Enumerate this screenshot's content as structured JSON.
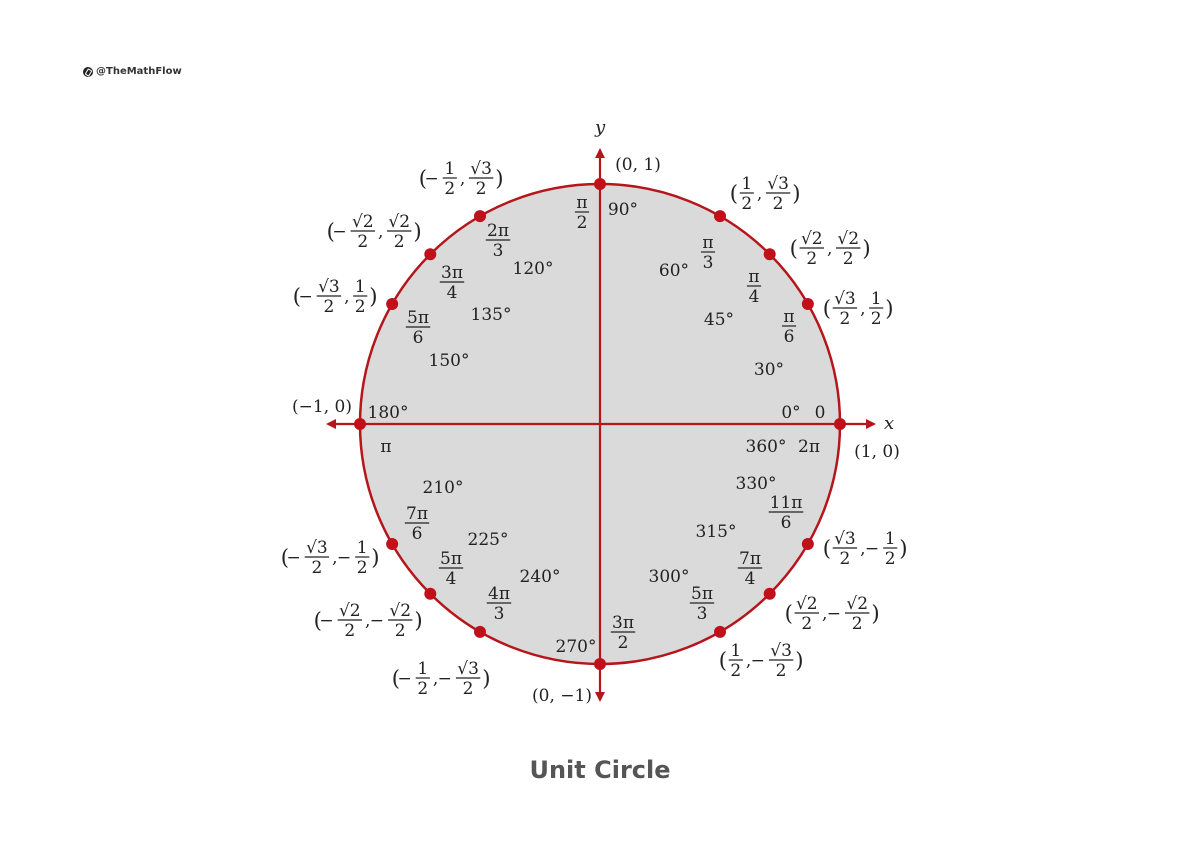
{
  "watermark": "@TheMathFlow",
  "caption": "Unit Circle",
  "axes": {
    "x": "x",
    "y": "y"
  },
  "colors": {
    "circle": "#b5161b",
    "fill": "#dadada",
    "dot": "#c0101a"
  },
  "angles": [
    {
      "id": "0",
      "deg_label": "0°",
      "rad_label": {
        "whole": "0"
      },
      "deg_label_2": "360°",
      "rad_label_2": {
        "whole": "2π"
      },
      "coord": {
        "x": {
          "whole": "1"
        },
        "y": {
          "whole": "0"
        }
      }
    },
    {
      "id": "30",
      "deg_label": "30°",
      "rad_label": {
        "num": "π",
        "den": "6"
      },
      "coord": {
        "x": {
          "num": "√3",
          "den": "2"
        },
        "y": {
          "num": "1",
          "den": "2"
        }
      }
    },
    {
      "id": "45",
      "deg_label": "45°",
      "rad_label": {
        "num": "π",
        "den": "4"
      },
      "coord": {
        "x": {
          "num": "√2",
          "den": "2"
        },
        "y": {
          "num": "√2",
          "den": "2"
        }
      }
    },
    {
      "id": "60",
      "deg_label": "60°",
      "rad_label": {
        "num": "π",
        "den": "3"
      },
      "coord": {
        "x": {
          "num": "1",
          "den": "2"
        },
        "y": {
          "num": "√3",
          "den": "2"
        }
      }
    },
    {
      "id": "90",
      "deg_label": "90°",
      "rad_label": {
        "num": "π",
        "den": "2"
      },
      "coord": {
        "x": {
          "whole": "0"
        },
        "y": {
          "whole": "1"
        }
      }
    },
    {
      "id": "120",
      "deg_label": "120°",
      "rad_label": {
        "num": "2π",
        "den": "3"
      },
      "coord": {
        "x": {
          "sign": "−",
          "num": "1",
          "den": "2"
        },
        "y": {
          "num": "√3",
          "den": "2"
        }
      }
    },
    {
      "id": "135",
      "deg_label": "135°",
      "rad_label": {
        "num": "3π",
        "den": "4"
      },
      "coord": {
        "x": {
          "sign": "−",
          "num": "√2",
          "den": "2"
        },
        "y": {
          "num": "√2",
          "den": "2"
        }
      }
    },
    {
      "id": "150",
      "deg_label": "150°",
      "rad_label": {
        "num": "5π",
        "den": "6"
      },
      "coord": {
        "x": {
          "sign": "−",
          "num": "√3",
          "den": "2"
        },
        "y": {
          "num": "1",
          "den": "2"
        }
      }
    },
    {
      "id": "180",
      "deg_label": "180°",
      "rad_label": {
        "whole": "π"
      },
      "coord": {
        "x": {
          "whole": "−1"
        },
        "y": {
          "whole": "0"
        }
      }
    },
    {
      "id": "210",
      "deg_label": "210°",
      "rad_label": {
        "num": "7π",
        "den": "6"
      },
      "coord": {
        "x": {
          "sign": "−",
          "num": "√3",
          "den": "2"
        },
        "y": {
          "sign": "−",
          "num": "1",
          "den": "2"
        }
      }
    },
    {
      "id": "225",
      "deg_label": "225°",
      "rad_label": {
        "num": "5π",
        "den": "4"
      },
      "coord": {
        "x": {
          "sign": "−",
          "num": "√2",
          "den": "2"
        },
        "y": {
          "sign": "−",
          "num": "√2",
          "den": "2"
        }
      }
    },
    {
      "id": "240",
      "deg_label": "240°",
      "rad_label": {
        "num": "4π",
        "den": "3"
      },
      "coord": {
        "x": {
          "sign": "−",
          "num": "1",
          "den": "2"
        },
        "y": {
          "sign": "−",
          "num": "√3",
          "den": "2"
        }
      }
    },
    {
      "id": "270",
      "deg_label": "270°",
      "rad_label": {
        "num": "3π",
        "den": "2"
      },
      "coord": {
        "x": {
          "whole": "0"
        },
        "y": {
          "whole": "−1"
        }
      }
    },
    {
      "id": "300",
      "deg_label": "300°",
      "rad_label": {
        "num": "5π",
        "den": "3"
      },
      "coord": {
        "x": {
          "num": "1",
          "den": "2"
        },
        "y": {
          "sign": "−",
          "num": "√3",
          "den": "2"
        }
      }
    },
    {
      "id": "315",
      "deg_label": "315°",
      "rad_label": {
        "num": "7π",
        "den": "4"
      },
      "coord": {
        "x": {
          "num": "√2",
          "den": "2"
        },
        "y": {
          "sign": "−",
          "num": "√2",
          "den": "2"
        }
      }
    },
    {
      "id": "330",
      "deg_label": "330°",
      "rad_label": {
        "num": "11π",
        "den": "6"
      },
      "coord": {
        "x": {
          "num": "√3",
          "den": "2"
        },
        "y": {
          "sign": "−",
          "num": "1",
          "den": "2"
        }
      }
    }
  ]
}
